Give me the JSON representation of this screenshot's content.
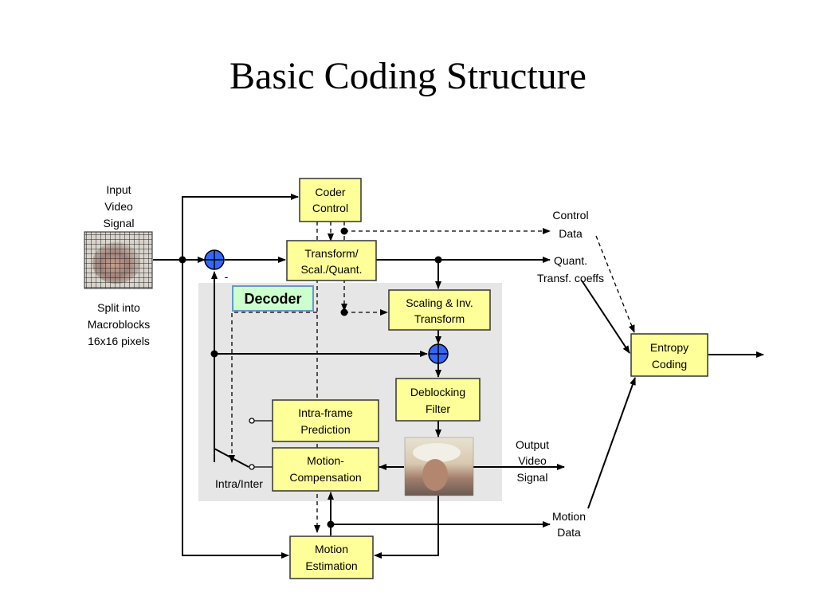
{
  "slide": {
    "title": "Basic Coding Structure"
  },
  "blocks": {
    "coder_control": [
      "Coder",
      "Control"
    ],
    "transform": [
      "Transform/",
      "Scal./Quant."
    ],
    "scaling_inv": [
      "Scaling & Inv.",
      "Transform"
    ],
    "deblocking": [
      "Deblocking",
      "Filter"
    ],
    "intra_pred": [
      "Intra-frame",
      "Prediction"
    ],
    "motion_comp": [
      "Motion-",
      "Compensation"
    ],
    "motion_est": [
      "Motion",
      "Estimation"
    ],
    "entropy": [
      "Entropy",
      "Coding"
    ]
  },
  "decoder_label": "Decoder",
  "labels": {
    "input": [
      "Input",
      "Video",
      "Signal"
    ],
    "split": [
      "Split into",
      "Macroblocks",
      "16x16 pixels"
    ],
    "control_data": [
      "Control",
      "Data"
    ],
    "quant": [
      "Quant.",
      "Transf. coeffs"
    ],
    "output": [
      "Output",
      "Video",
      "Signal"
    ],
    "motion_data": [
      "Motion",
      "Data"
    ],
    "intra_inter": "Intra/Inter",
    "minus": "-"
  },
  "colors": {
    "block_fill": "#ffff99",
    "block_stroke": "#333333",
    "decoder_region": "#e6e6e6",
    "decoder_label_fill": "#ccffcc",
    "decoder_label_stroke": "#6699cc",
    "adder_fill": "#3366ff"
  }
}
